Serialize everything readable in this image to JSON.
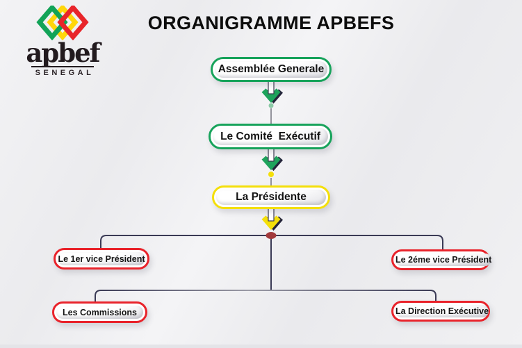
{
  "page": {
    "title": "ORGANIGRAMME APBEFS"
  },
  "logo": {
    "brand": "apbef",
    "subtitle": "SENEGAL"
  },
  "org": {
    "nodes": [
      {
        "label": "Assemblée Generale",
        "level": "1",
        "accent": "#17a35b"
      },
      {
        "label": "Le Comité  Exécutif",
        "level": "2",
        "accent": "#17a35b"
      },
      {
        "label": "La Présidente",
        "level": "3",
        "accent": "#f4df0a"
      },
      {
        "label": "Le 1er vice Président",
        "level": "4",
        "accent": "#e9232b"
      },
      {
        "label": "Le 2éme vice Président",
        "level": "4",
        "accent": "#e9232b"
      },
      {
        "label": "Les Commissions",
        "level": "4",
        "accent": "#e9232b"
      },
      {
        "label": "La Direction Exécutive",
        "level": "4",
        "accent": "#e9232b"
      }
    ]
  },
  "colors": {
    "green": "#17a35b",
    "yellow": "#f4df0a",
    "red": "#e9232b",
    "maroon_dot": "#a23a3c",
    "line_dark": "#3a3a55",
    "line_gray": "#73737f",
    "light_green_dot": "#8cc9a6",
    "background": "#efeff1",
    "text": "#141414"
  }
}
